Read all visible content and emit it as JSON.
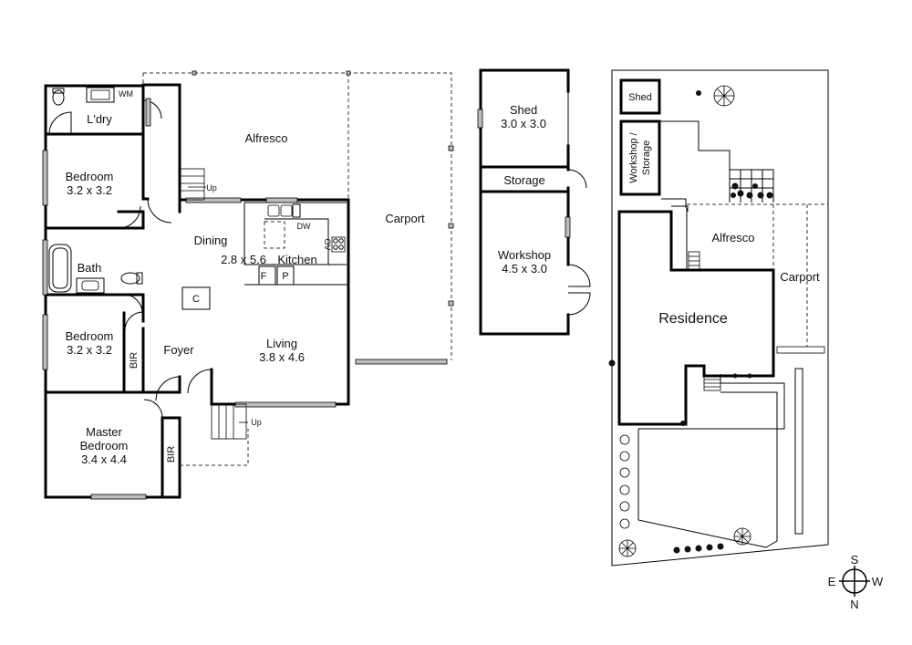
{
  "rooms": {
    "laundry": "L'dry",
    "wm": "WM",
    "bedroom1_name": "Bedroom",
    "bedroom1_size": "3.2 x 3.2",
    "bath": "Bath",
    "bedroom2_name": "Bedroom",
    "bedroom2_size": "3.2 x 3.2",
    "bir1": "BIR",
    "foyer": "Foyer",
    "master_name": "Master",
    "master_name2": "Bedroom",
    "master_size": "3.4 x 4.4",
    "bir2": "BIR",
    "alfresco": "Alfresco",
    "dining_name": "Dining",
    "dining_size": "2.8 x 5.6",
    "kitchen": "Kitchen",
    "dw": "DW",
    "ov": "OV",
    "fridge": "F",
    "pantry": "P",
    "cupboard": "C",
    "living_name": "Living",
    "living_size": "3.8 x 4.6",
    "carport": "Carport",
    "up1": "Up",
    "up2": "Up"
  },
  "outbuilding": {
    "shed_name": "Shed",
    "shed_size": "3.0 x 3.0",
    "storage": "Storage",
    "workshop_name": "Workshop",
    "workshop_size": "4.5 x 3.0"
  },
  "site": {
    "shed": "Shed",
    "workshop_storage_1": "Workshop /",
    "workshop_storage_2": "Storage",
    "alfresco": "Alfresco",
    "carport": "Carport",
    "residence": "Residence"
  },
  "compass": {
    "s": "S",
    "e": "E",
    "w": "W",
    "n": "N"
  }
}
